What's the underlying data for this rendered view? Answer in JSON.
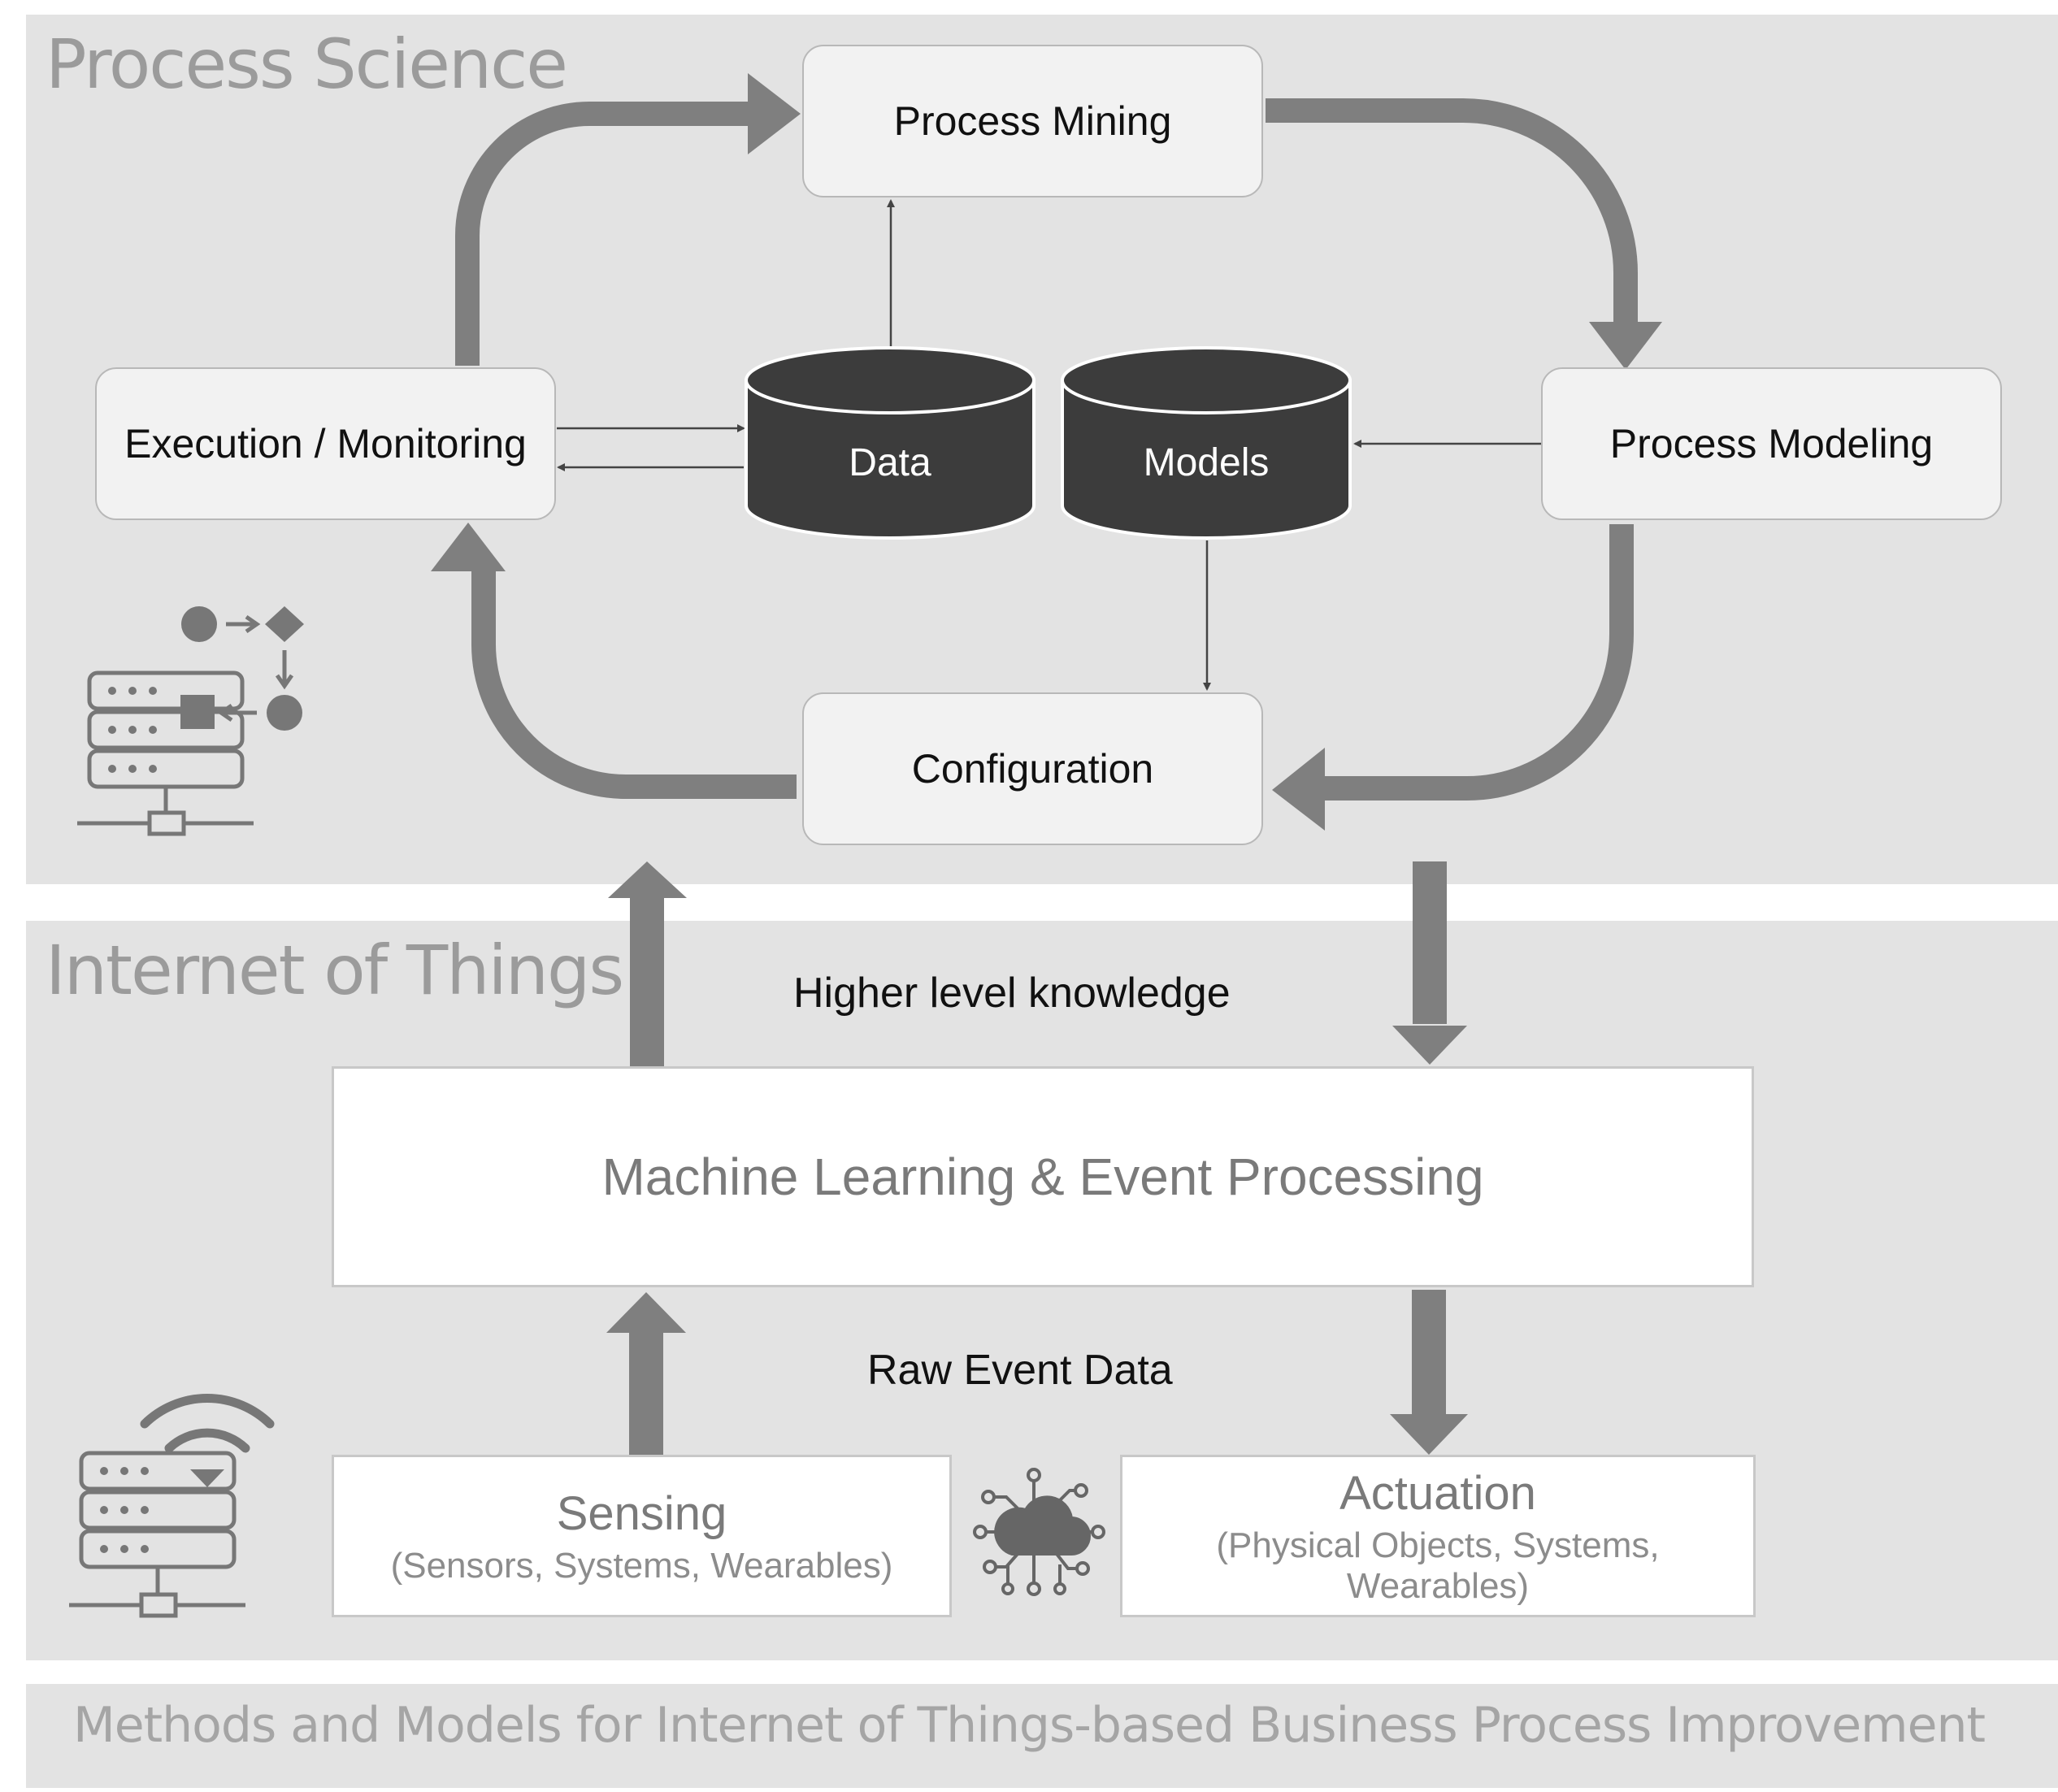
{
  "bands": {
    "process_science": {
      "title": "Process Science"
    },
    "iot": {
      "title": "Internet of Things"
    },
    "footer": {
      "text": "Methods and Models for Internet of Things-based Business Process Improvement"
    }
  },
  "nodes": {
    "process_mining": "Process Mining",
    "execution_monitoring": "Execution / Monitoring",
    "process_modeling": "Process Modeling",
    "configuration": "Configuration",
    "data_store": "Data",
    "models_store": "Models",
    "ml_event_processing": "Machine Learning & Event Processing",
    "sensing": {
      "title": "Sensing",
      "subtitle": "(Sensors, Systems, Wearables)"
    },
    "actuation": {
      "title": "Actuation",
      "subtitle": "(Physical Objects, Systems, Wearables)"
    }
  },
  "labels": {
    "higher_level": "Higher level knowledge",
    "raw_event_data": "Raw Event Data"
  },
  "icons": [
    "server-process-icon",
    "server-wifi-icon",
    "cloud-network-icon",
    "magnifier-pulse-icon"
  ],
  "colors": {
    "band": "#e3e3e3",
    "arrow": "#7f7f7f",
    "cylinder": "#3c3c3c",
    "icon": "#777777"
  }
}
